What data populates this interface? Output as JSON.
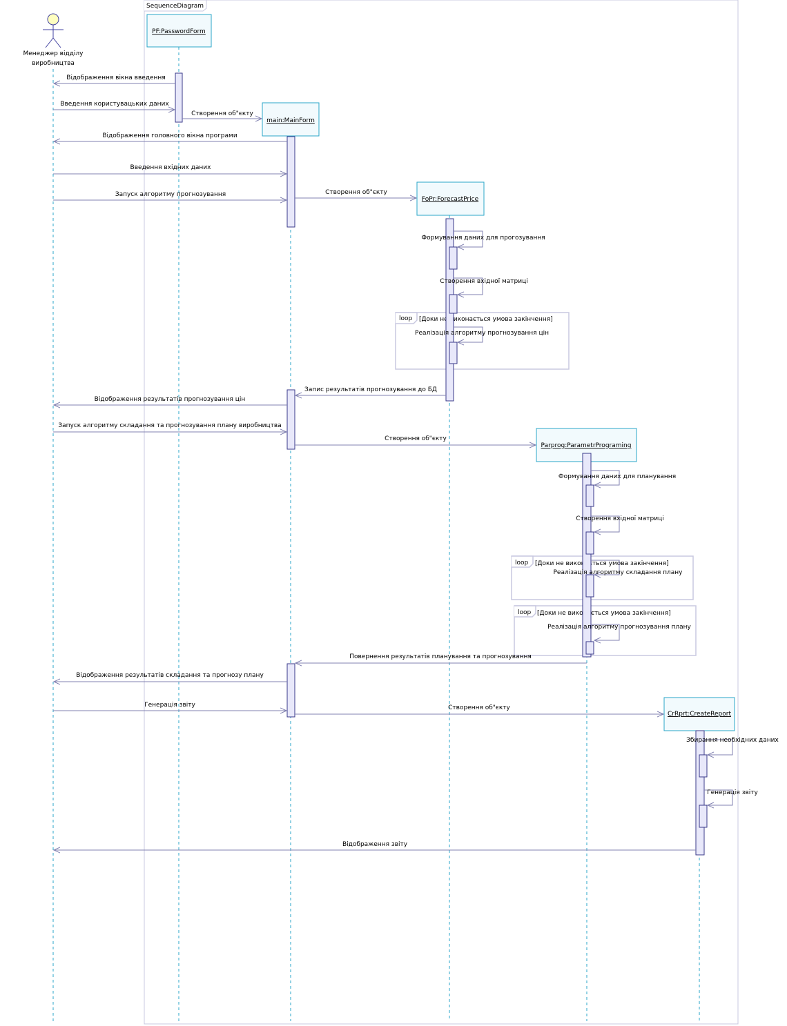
{
  "frame": {
    "title": "SequenceDiagram"
  },
  "actor": {
    "name_line1": "Менеджер відділу",
    "name_line2": "виробництва"
  },
  "lifelines": {
    "pf": "PF:PasswordForm",
    "main": "main:MainForm",
    "fopr": "FoPr:ForecastPrice",
    "parprog": "Parprog:ParametrPrograming",
    "crrprt": "CrRprt:CreateReport"
  },
  "messages": {
    "m1": "Відображення вікна введення",
    "m2": "Введення користувацьких даних",
    "m3": "Створення об\"єкту",
    "m4": "Відображення головного вікна програми",
    "m5": "Введення вхідних даних",
    "m6": "Запуск алгоритму прогнозування",
    "m7": "Створення об\"єкту",
    "m8": "Формування даних для прогозування",
    "m9": "Створення вхідної матриці",
    "m10": "Реалізація алгоритму прогнозування цін",
    "m11": "Запис результатів прогнозування до БД",
    "m12": "Відображення результатів прогнозування цін",
    "m13": "Запуск алгоритму складання та прогнозування плану виробництва",
    "m14": "Створення об\"єкту",
    "m15": "Формування даних для планування",
    "m16": "Створення вхідної матриці",
    "m17": "Реалізація алгоритму складання плану",
    "m18": "Реалізація алгоритму прогнозування плану",
    "m19": "Повернення результатів планування та прогнозування",
    "m20": "Відображення результатів складання та прогнозу плану",
    "m21": "Генерація звіту",
    "m22": "Створення об\"єкту",
    "m23": "Збирання необхідних даних",
    "m24": "Генерація звіту",
    "m25": "Відображення звіту"
  },
  "fragments": {
    "f1_op": "loop",
    "f1_guard": "[Доки не виконається умова закінчення]",
    "f2_op": "loop",
    "f2_guard": "[Доки не виконається умова закінчення]",
    "f3_op": "loop",
    "f3_guard": "[Доки не виконається умова закінчення]"
  },
  "colors": {
    "line": "#8080b0",
    "frame": "#c8c8e0",
    "objBorder": "#2aa6c8",
    "objFill": "#f2fafd",
    "actFill": "#e8e8fa",
    "actBorder": "#3a3a8a"
  }
}
